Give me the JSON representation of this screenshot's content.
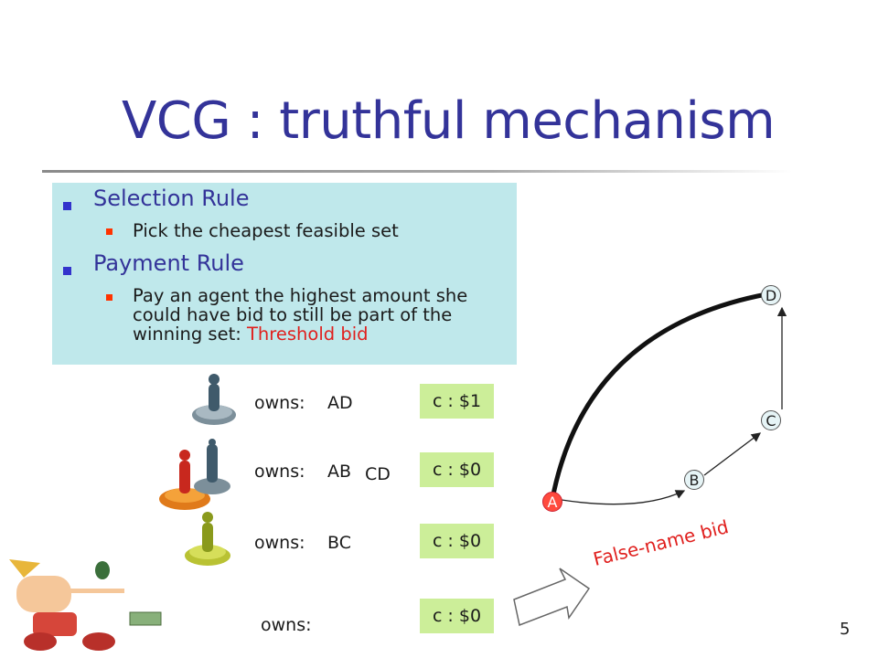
{
  "title": "VCG : truthful mechanism",
  "rules": [
    {
      "heading": "Selection Rule",
      "detail": "Pick the cheapest feasible set"
    },
    {
      "heading": "Payment Rule",
      "detail_plain": "Pay an agent the highest amount she could have bid to still be part of the winning set: ",
      "detail_highlight": "Threshold bid"
    }
  ],
  "agents": [
    {
      "owns_label": "owns:",
      "owns": "AD",
      "owns_extra": "",
      "cost": "c : $1"
    },
    {
      "owns_label": "owns:",
      "owns": "AB",
      "owns_extra": "CD",
      "cost": "c : $0"
    },
    {
      "owns_label": "owns:",
      "owns": "BC",
      "owns_extra": "",
      "cost": "c : $0"
    },
    {
      "owns_label": "owns:",
      "owns": "",
      "owns_extra": "",
      "cost": "c : $0"
    }
  ],
  "graph": {
    "nodes": [
      "A",
      "B",
      "C",
      "D"
    ]
  },
  "false_name_label": "False-name bid",
  "page_number": "5",
  "colors": {
    "title": "#333399",
    "box": "#bfe8eb",
    "cost_box": "#ccee99",
    "highlight": "#e0201e",
    "bullet1": "#3333cc",
    "bullet2": "#ff3300"
  }
}
